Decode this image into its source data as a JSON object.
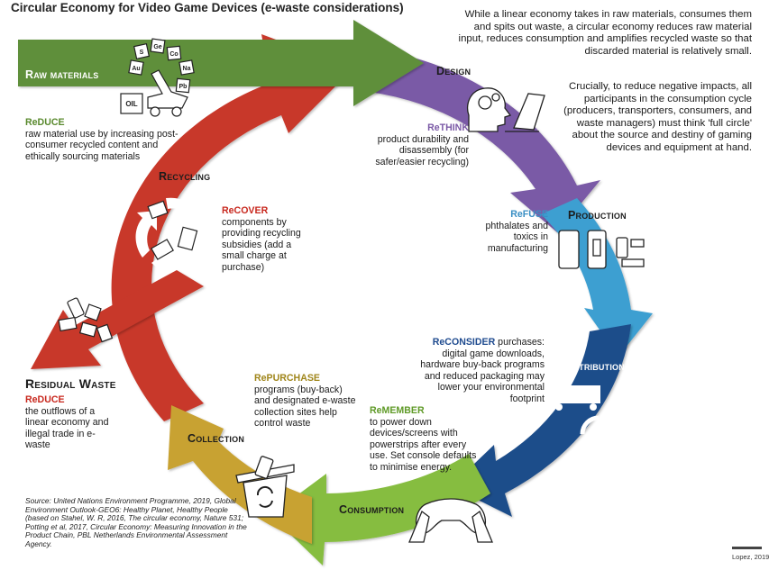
{
  "title": "Circular Economy for Video Game Devices (e-waste considerations)",
  "intro": {
    "p1": "While a linear economy takes in raw materials, consumes them and spits out waste, a circular economy reduces raw material input, reduces consumption and amplifies recycled waste so that discarded material is relatively small.",
    "p2": "Crucially, to reduce negative impacts, all participants in the consumption cycle (producers, transporters, consumers, and waste managers) must think 'full circle' about the source and destiny of gaming devices and equipment at hand."
  },
  "stages": {
    "raw_materials": "Raw materials",
    "design": "Design",
    "production": "Production",
    "distribution": "Distribution",
    "consumption": "Consumption",
    "collection": "Collection",
    "recycling": "Recycling",
    "residual_waste": "Residual Waste"
  },
  "notes": {
    "reduce_raw": {
      "key": "ReDUCE",
      "text": "raw material use by increasing post-consumer recycled content and ethically sourcing materials"
    },
    "rethink": {
      "key": "ReTHINK",
      "text": "product durability and disassembly (for safer/easier recycling)"
    },
    "refuse": {
      "key": "ReFUSE",
      "text": "phthalates and toxics in manufacturing"
    },
    "reconsider": {
      "key": "ReCONSIDER",
      "text_suffix": " purchases:",
      "text": "digital game downloads, hardware buy-back programs and reduced packaging may lower your environmental footprint"
    },
    "remember": {
      "key": "ReMEMBER",
      "text": "to power down devices/screens with powerstrips after every use. Set console defaults to minimise energy."
    },
    "repurchase": {
      "key": "RePURCHASE",
      "text": "programs (buy-back) and designated e-waste collection sites help control waste"
    },
    "recover": {
      "key": "ReCOVER",
      "text": "components by providing recycling subsidies (add a small charge at purchase)"
    },
    "reduce_waste": {
      "key": "ReDUCE",
      "text": "the outflows of a linear economy and illegal trade in e-waste"
    }
  },
  "icon_labels": {
    "oil": "OIL",
    "elements": [
      "S",
      "Ge",
      "Co",
      "Au",
      "Na",
      "Pb"
    ]
  },
  "source": "Source: United Nations Environment Programme, 2019, Global Environment Outlook-GEO6: Healthy Planet, Healthy People (based on Stahel, W. R, 2016, The circular economy, Nature 531; Potting et al, 2017, Circular Economy: Measuring Innovation in the Product Chain, PBL Netherlands Environmental Assessment Agency.",
  "credit": "Lopez, 2019",
  "colors": {
    "raw_materials": "#5e8f3a",
    "design": "#7a5aa6",
    "production": "#3d9fd1",
    "distribution": "#1f4d8a",
    "consumption": "#86bd3f",
    "collection": "#c8a233",
    "recycling": "#c8392b",
    "residual_waste": "#c8392b"
  }
}
